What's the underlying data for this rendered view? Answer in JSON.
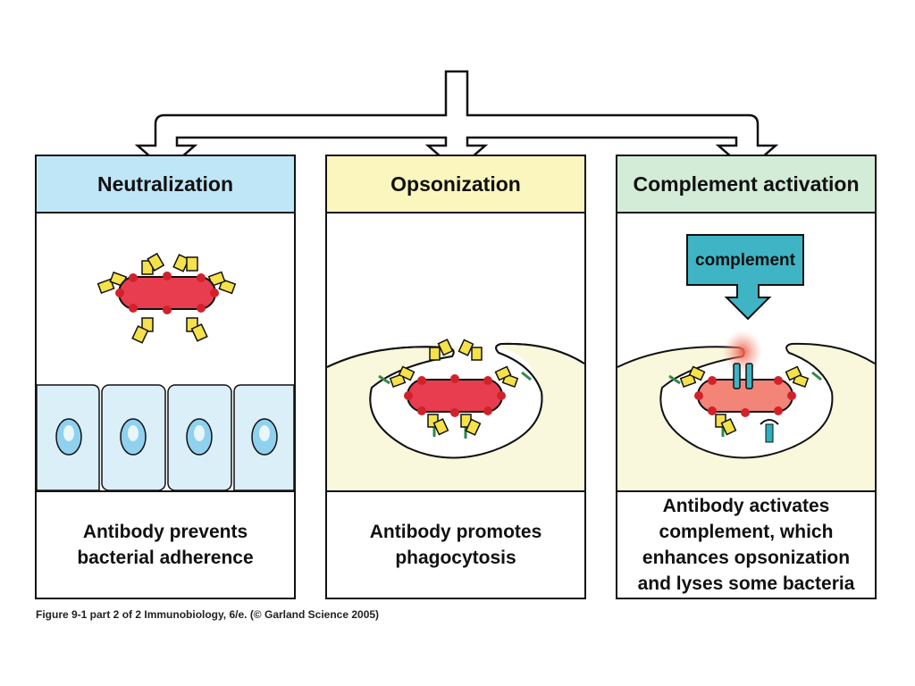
{
  "colors": {
    "neutralization_header": "#bfe6f7",
    "opsonization_header": "#fbf6bd",
    "complement_header": "#d2ecd7",
    "bacterium": "#e73d4f",
    "bacterium_lysing": "#f28478",
    "antibody": "#f5e14a",
    "antigen_dot": "#d1222b",
    "epithelial_cell": "#dbeff8",
    "phagocyte": "#f9f7dc",
    "fc_receptor": "#2f8a4b",
    "complement_box": "#3fb4c4",
    "complement_receptor": "#2eaec2"
  },
  "panels": [
    {
      "id": "neutralization",
      "title": "Neutralization",
      "caption_lines": [
        "Antibody prevents",
        "bacterial adherence"
      ]
    },
    {
      "id": "opsonization",
      "title": "Opsonization",
      "caption_lines": [
        "Antibody promotes",
        "phagocytosis"
      ]
    },
    {
      "id": "complement",
      "title": "Complement activation",
      "complement_label": "complement",
      "caption_lines": [
        "Antibody activates",
        "complement, which",
        "enhances opsonization",
        "and lyses some bacteria"
      ]
    }
  ],
  "figure_credit": "Figure 9-1 part 2 of 2  Immunobiology, 6/e. (© Garland Science 2005)"
}
